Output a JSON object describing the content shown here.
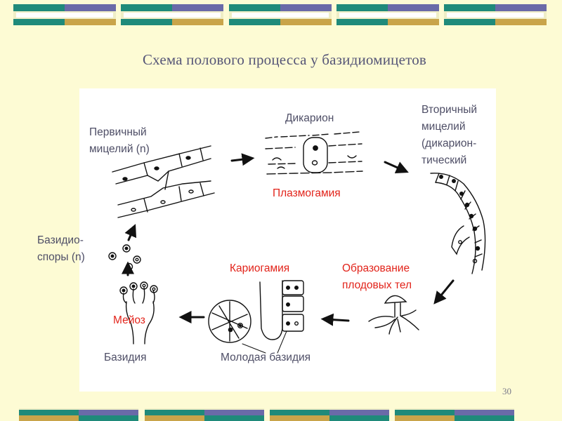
{
  "title": "Схема полового процесса у базидиомицетов",
  "labels": {
    "primary_mycelium_1": "Первичный",
    "primary_mycelium_2": "мицелий (n)",
    "dikaryon": "Дикарион",
    "plasmogamy": "Плазмогамия",
    "secondary_1": "Вторичный",
    "secondary_2": "мицелий",
    "secondary_3": "(дикарион-",
    "secondary_4": "тический",
    "basidiospores_1": "Базидио-",
    "basidiospores_2": "споры (n)",
    "karyogamy": "Кариогамия",
    "fruiting_1": "Образование",
    "fruiting_2": "плодовых тел",
    "meiosis": "Мейоз",
    "basidium": "Базидия",
    "young_basidium": "Молодая базидия"
  },
  "page_number": "30",
  "colors": {
    "background": "#fdfbd4",
    "title": "#555577",
    "label": "#4e4e66",
    "highlight": "#e2231a",
    "deco_teal": "#1f8a7a",
    "deco_blue": "#6a6aa8",
    "deco_gold": "#c9a44a",
    "deco_cream": "#efeec6"
  },
  "icons": [
    "arrow-icon"
  ]
}
